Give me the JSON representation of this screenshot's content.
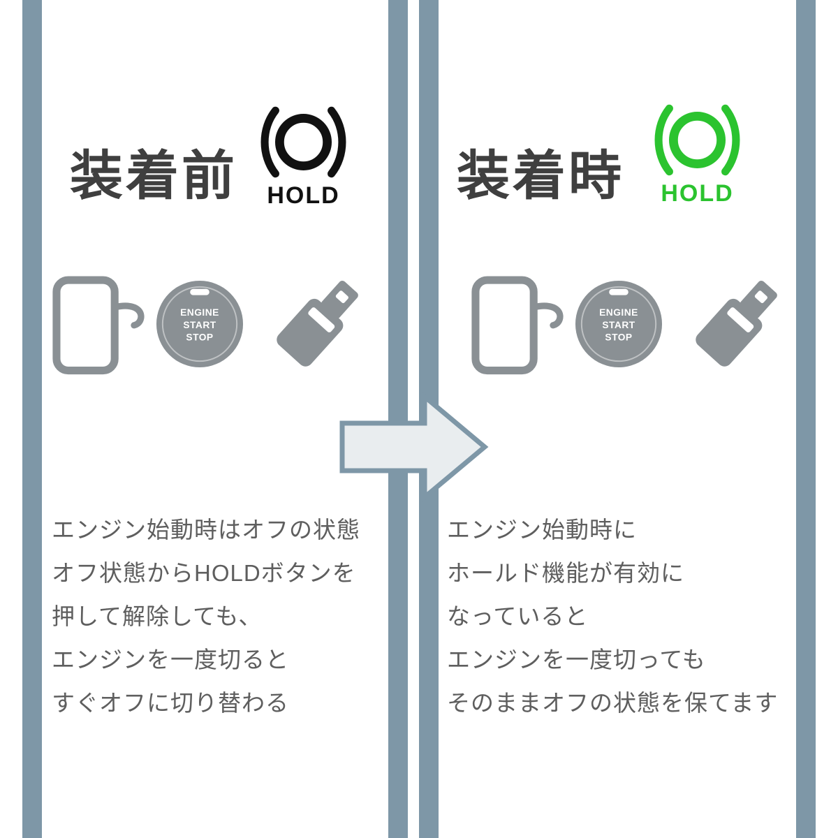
{
  "colors": {
    "stripe": "#7e97a7",
    "arrow-fill": "#e9edef",
    "arrow-stroke": "#7e97a7",
    "hold-off": "#111111",
    "hold-on": "#2bc32f",
    "icon-gray": "#8a9094",
    "heading-text": "#3f3f3f",
    "body-text": "#5e5e5e"
  },
  "before": {
    "heading": "装着前",
    "hold_label": "HOLD",
    "body_lines": [
      "エンジン始動時はオフの状態",
      "オフ状態からHOLDボタンを",
      "押して解除しても、",
      "エンジンを一度切ると",
      "すぐオフに切り替わる"
    ]
  },
  "after": {
    "heading": "装着時",
    "hold_label": "HOLD",
    "body_lines": [
      "エンジン始動時に",
      "ホールド機能が有効に",
      "なっていると",
      "エンジンを一度切っても",
      "そのままオフの状態を保てます"
    ]
  },
  "engine_button": {
    "line1": "ENGINE",
    "line2": "START",
    "line3": "STOP"
  }
}
